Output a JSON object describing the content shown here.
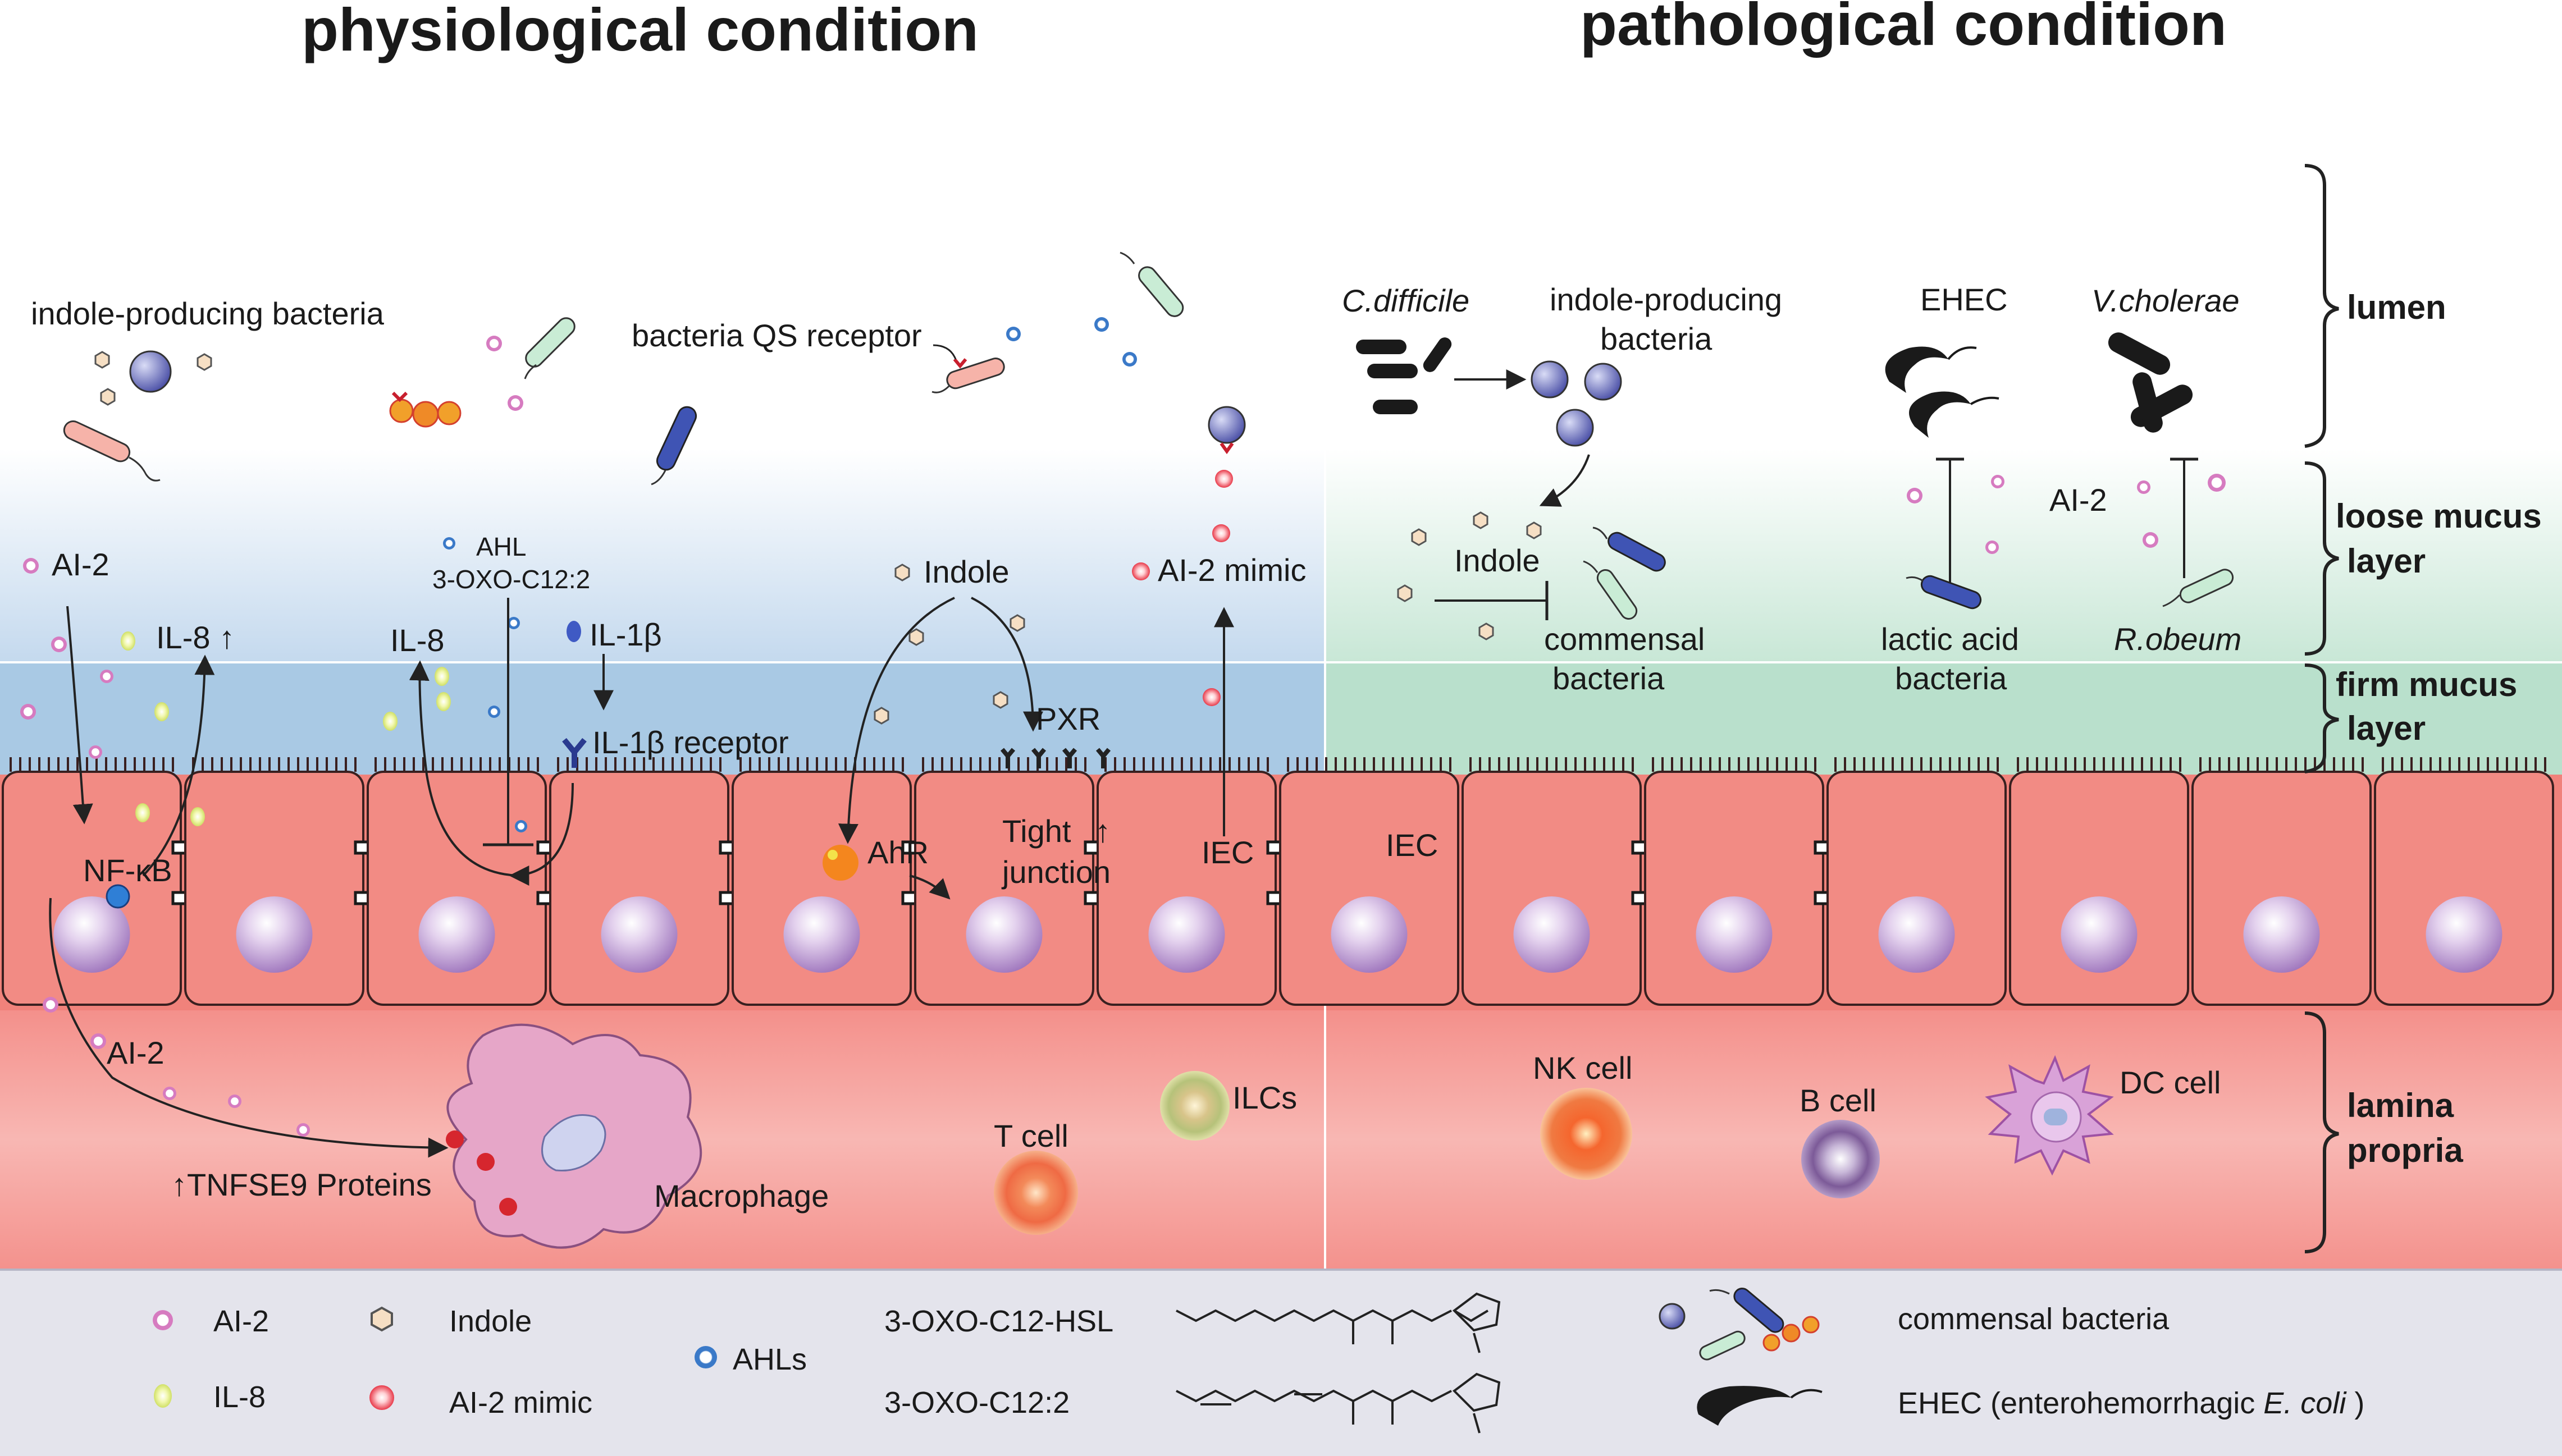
{
  "titles": {
    "left": "physiological condition",
    "right": "pathological condition"
  },
  "zones": {
    "lumen": "lumen",
    "loose_mucus_1": "loose mucus",
    "loose_mucus_2": "layer",
    "firm_mucus_1": "firm mucus",
    "firm_mucus_2": "layer",
    "lamina_1": "lamina",
    "lamina_2": "propria"
  },
  "left": {
    "indole_bacteria": "indole-producing bacteria",
    "qs_receptor": "bacteria QS receptor",
    "ai2": "AI-2",
    "il8_up": "IL-8 ↑",
    "ahl": "AHL",
    "oxo": "3-OXO-C12:2",
    "il8": "IL-8",
    "il1b": "IL-1β",
    "il1b_receptor": "IL-1β receptor",
    "indole": "Indole",
    "ai2_mimic": "AI-2 mimic",
    "pxr": "PXR",
    "tight_1": "Tight",
    "tight_arrow": "↑",
    "tight_2": "junction",
    "ahr": "AhR",
    "nfkb": "NF-κB",
    "iec": "IEC",
    "ai2_lamina": "AI-2",
    "tnfse9": "↑TNFSE9 Proteins",
    "macrophage": "Macrophage",
    "tcell": "T cell",
    "ilcs": "ILCs"
  },
  "right": {
    "cdiff": "C.difficile",
    "indole_bacteria_1": "indole-producing",
    "indole_bacteria_2": "bacteria",
    "ehec": "EHEC",
    "vcholerae": "V.cholerae",
    "indole": "Indole",
    "commensal_1": "commensal",
    "commensal_2": "bacteria",
    "ai2": "AI-2",
    "lactic_1": "lactic acid",
    "lactic_2": "bacteria",
    "robeum": "R.obeum",
    "iec": "IEC",
    "nkcell": "NK cell",
    "bcell": "B cell",
    "dccell": "DC cell"
  },
  "legend": {
    "ai2": "AI-2",
    "il8": "IL-8",
    "indole": "Indole",
    "ai2_mimic": "AI-2 mimic",
    "ahls": "AHLs",
    "hsl": "3-OXO-C12-HSL",
    "c12": "3-OXO-C12:2",
    "commensal": "commensal bacteria",
    "ehec_prefix": "EHEC (enterohemorrhagic ",
    "ehec_italic": "E. coli",
    "ehec_suffix": " )"
  },
  "colors": {
    "lumen": "#ffffff",
    "loose_mucus_left": "#cfdff0",
    "loose_mucus_right": "#d5ebe0",
    "firm_mucus_left": "#a9c9e4",
    "firm_mucus_right": "#b9e0cc",
    "epithelium": "#f0827b",
    "lamina": "#f6a6a2",
    "legend_bg": "#e4e4ec",
    "nucleus": "#c9a5dc"
  }
}
